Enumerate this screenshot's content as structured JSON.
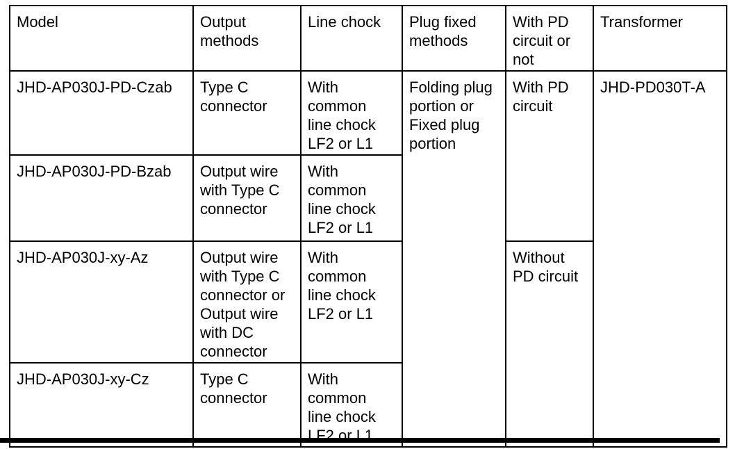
{
  "page": {
    "background_color": "#ffffff",
    "border_color": "#000000",
    "text_color": "#000000"
  },
  "table": {
    "columns": [
      {
        "label": "Model"
      },
      {
        "label": "Output\nmethods"
      },
      {
        "label": "Line chock"
      },
      {
        "label": "Plug fixed\nmethods"
      },
      {
        "label": "With PD\ncircuit or\nnot"
      },
      {
        "label": "Transformer"
      }
    ],
    "rows": [
      {
        "model": "JHD-AP030J-PD-Czab",
        "output_methods": "Type C\nconnector",
        "line_chock": "With\ncommon\nline chock\nLF2 or L1"
      },
      {
        "model": "JHD-AP030J-PD-Bzab",
        "output_methods": "Output wire\nwith Type C\nconnector",
        "line_chock": "With\ncommon\nline chock\nLF2 or L1"
      },
      {
        "model": "JHD-AP030J-xy-Az",
        "output_methods": "Output wire\nwith Type C\nconnector or\nOutput wire\nwith DC\nconnector",
        "line_chock": "With\ncommon\nline chock\nLF2 or L1"
      },
      {
        "model": "JHD-AP030J-xy-Cz",
        "output_methods": "Type C\nconnector",
        "line_chock": "With\ncommon\nline chock\nLF2 or L1"
      }
    ],
    "merged_cells": {
      "plug_fixed_methods_all_rows": "Folding plug\nportion or\nFixed plug\nportion",
      "pd_circuit_rows_1_2": "With PD\ncircuit",
      "pd_circuit_rows_3_4": "Without\nPD circuit",
      "transformer_all_rows": "JHD-PD030T-A"
    }
  }
}
